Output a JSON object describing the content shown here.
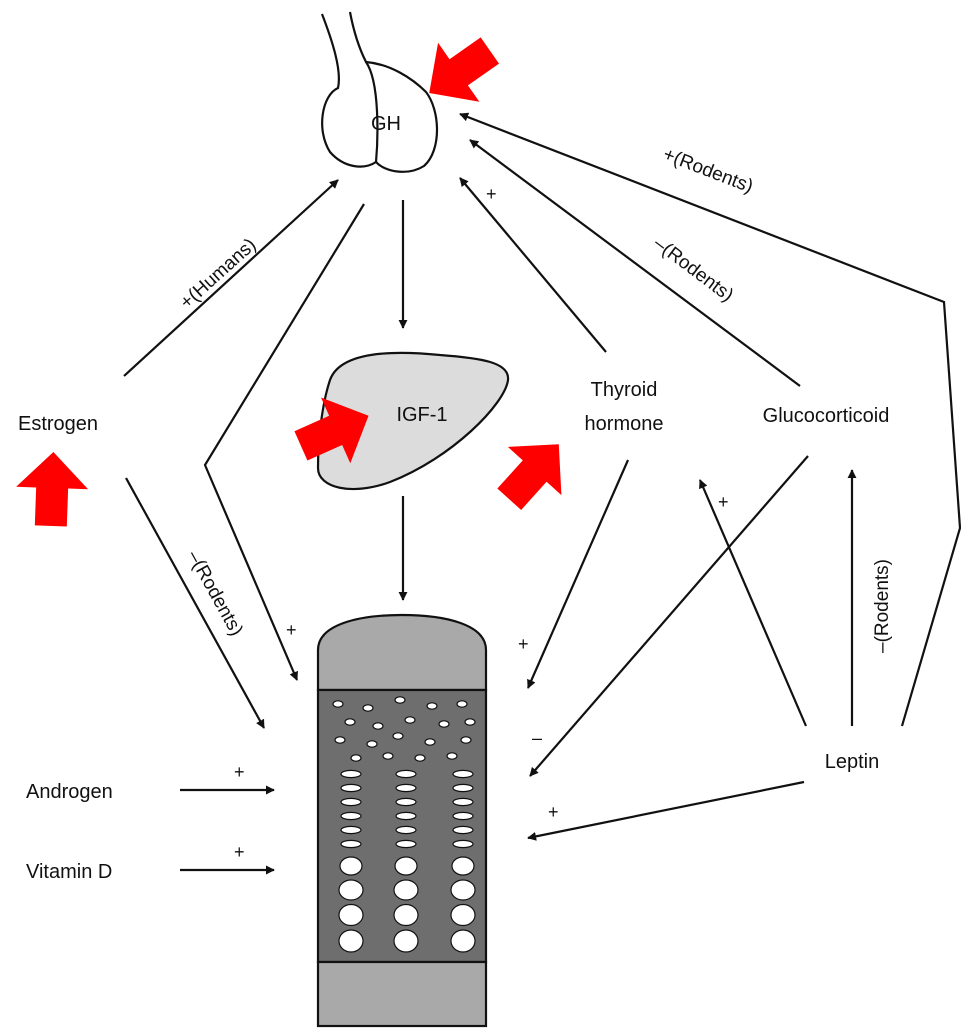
{
  "nodes": {
    "gh": "GH",
    "igf1": "IGF-1",
    "estrogen": "Estrogen",
    "thyroid_line1": "Thyroid",
    "thyroid_line2": "hormone",
    "glucocorticoid": "Glucocorticoid",
    "leptin": "Leptin",
    "androgen": "Androgen",
    "vitamin_d": "Vitamin D"
  },
  "edge_labels": {
    "estrogen_to_gh": "+(Humans)",
    "estrogen_to_plate": "–(Rodents)",
    "glucocorticoid_to_gh": "–(Rodents)",
    "leptin_to_gh": "+(Rodents)",
    "leptin_to_glucocorticoid": "–(Rodents)"
  },
  "signs": {
    "thyroid_to_gh": "+",
    "gh_to_plate": "+",
    "thyroid_to_plate": "+",
    "glucocorticoid_to_plate": "–",
    "leptin_to_thyroid": "+",
    "leptin_to_plate": "+",
    "androgen_to_plate": "+",
    "vitamin_d_to_plate": "+"
  },
  "colors": {
    "highlight_arrow": "#ff0000",
    "growth_plate_dark": "#6e6e6e",
    "growth_plate_light": "#a9a9a9",
    "liver_fill": "#dcdcdc",
    "stroke": "#111111"
  }
}
